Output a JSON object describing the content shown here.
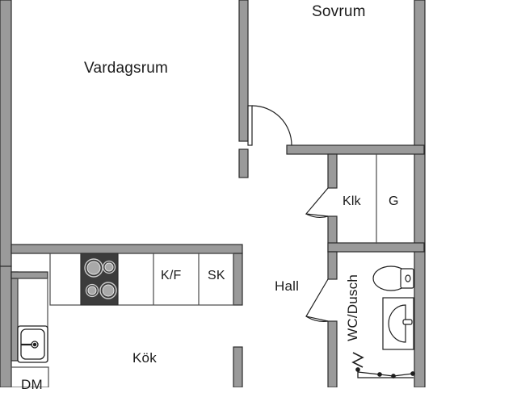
{
  "plan": {
    "type": "floor-plan",
    "language": "sv",
    "colors": {
      "wall_fill": "#9a9a9a",
      "wall_outline": "#2b2b2b",
      "floor_fill": "#ffffff",
      "fixture_line": "#1f1f1f",
      "stove_fill": "#3c3c3c",
      "text": "#1b1b1b"
    },
    "rooms": [
      {
        "key": "vardagsrum",
        "label": "Vardagsrum"
      },
      {
        "key": "sovrum",
        "label": "Sovrum"
      },
      {
        "key": "klk",
        "label": "Klk"
      },
      {
        "key": "g",
        "label": "G"
      },
      {
        "key": "hall",
        "label": "Hall"
      },
      {
        "key": "kok",
        "label": "Kök"
      },
      {
        "key": "wc_dusch",
        "label": "WC/Dusch"
      }
    ],
    "appliance_labels": [
      {
        "key": "kf",
        "label": "K/F"
      },
      {
        "key": "sk",
        "label": "SK"
      },
      {
        "key": "dm",
        "label": "DM"
      }
    ],
    "fixtures": [
      {
        "key": "stove",
        "label": "stove-icon"
      },
      {
        "key": "sink",
        "label": "sink-icon"
      },
      {
        "key": "toilet",
        "label": "toilet-icon"
      },
      {
        "key": "washbasin",
        "label": "washbasin-icon"
      },
      {
        "key": "shower-rail",
        "label": "shower-rail-icon"
      }
    ],
    "doors": [
      {
        "key": "sovrum-door",
        "label": "swing-door-icon"
      },
      {
        "key": "klk-door",
        "label": "folding-door-icon"
      },
      {
        "key": "wc-door",
        "label": "folding-door-icon"
      }
    ]
  }
}
